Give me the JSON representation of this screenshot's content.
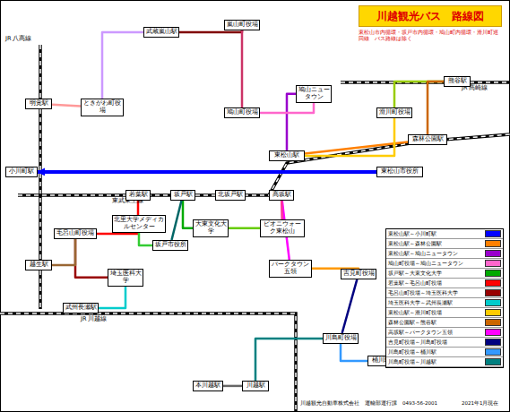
{
  "diagram": {
    "title": "川越観光バス　路線図",
    "nodes": [
      {
        "text": [
          "東松山駅"
        ]
      },
      {
        "text": [
          "森林公園駅"
        ]
      },
      {
        "text": [
          "高坂駅"
        ]
      },
      {
        "text": [
          "坂戸駅"
        ]
      },
      {
        "text": [
          "北坂戸駅"
        ]
      },
      {
        "text": [
          "若葉駅"
        ]
      },
      {
        "text": [
          "鳩山ニュータウン"
        ]
      },
      {
        "text": [
          "熊谷駅"
        ]
      },
      {
        "text": [
          "小川町駅"
        ]
      },
      {
        "text": [
          "明覚駅"
        ]
      },
      {
        "text": [
          "越生駅"
        ]
      },
      {
        "text": [
          "武州長瀬駅"
        ]
      },
      {
        "text": [
          "埼玉医科大学"
        ]
      },
      {
        "text": [
          "大東文化大学"
        ]
      },
      {
        "text": [
          "川島町役場"
        ]
      },
      {
        "text": [
          "桶川駅"
        ]
      },
      {
        "text": [
          "吉見町役場"
        ]
      },
      {
        "text": [
          "滑川町役場"
        ]
      },
      {
        "text": [
          "嵐山町役場"
        ]
      },
      {
        "text": [
          "武蔵嵐山駅"
        ]
      },
      {
        "text": [
          "ときがわ町役場"
        ]
      },
      {
        "text": [
          "鳩山町役場"
        ]
      },
      {
        "text": [
          "毛呂山町役場"
        ]
      },
      {
        "text": [
          "坂戸市役所"
        ]
      },
      {
        "text": [
          "川越駅"
        ]
      },
      {
        "text": [
          "本川越駅"
        ]
      },
      {
        "text": [
          "東松山市役所"
        ]
      },
      {
        "text": [
          "ピオニウォーク東松山"
        ]
      },
      {
        "text": [
          "パークタウン五領"
        ]
      },
      {
        "text": [
          "北里大学メディカルセンター"
        ]
      }
    ],
    "edges": [
      {
        "from": 26,
        "to": 8,
        "arrow": "to"
      },
      {
        "from": 0,
        "to": 1,
        "arrow": "none"
      },
      {
        "from": 0,
        "to": 6,
        "arrow": "none"
      },
      {
        "from": 21,
        "to": 6,
        "arrow": "none"
      },
      {
        "from": 3,
        "to": 13,
        "arrow": "none"
      },
      {
        "from": 5,
        "to": 22,
        "arrow": "none"
      },
      {
        "from": 22,
        "to": 12,
        "arrow": "none"
      },
      {
        "from": 12,
        "to": 11,
        "arrow": "none"
      },
      {
        "from": 10,
        "to": 22,
        "arrow": "none"
      },
      {
        "from": 0,
        "to": 17,
        "arrow": "none"
      },
      {
        "from": 17,
        "to": 7,
        "arrow": "none"
      },
      {
        "from": 1,
        "to": 7,
        "arrow": "none"
      },
      {
        "from": 2,
        "to": 28,
        "arrow": "none"
      },
      {
        "from": 28,
        "to": 16,
        "arrow": "none"
      },
      {
        "from": 16,
        "to": 14,
        "arrow": "none"
      },
      {
        "from": 14,
        "to": 15,
        "arrow": "none"
      },
      {
        "from": 14,
        "to": 24,
        "arrow": "none"
      },
      {
        "from": 24,
        "to": 25,
        "arrow": "none"
      },
      {
        "from": 9,
        "to": 20,
        "arrow": "none"
      },
      {
        "from": 20,
        "to": 19,
        "arrow": "none"
      },
      {
        "from": 19,
        "to": 18,
        "arrow": "none"
      },
      {
        "from": 18,
        "to": 21,
        "arrow": "none"
      },
      {
        "from": 23,
        "to": 29,
        "arrow": "none"
      },
      {
        "from": 3,
        "to": 23,
        "arrow": "none"
      },
      {
        "from": 2,
        "to": 27,
        "arrow": "none"
      },
      {
        "from": 27,
        "to": 13,
        "arrow": "none"
      }
    ],
    "labels": [
      "JR 八高線",
      "東武東上線",
      "JR 高崎線",
      "JR 川越線",
      "東松山市内循環・坂戸市内循環・鳩山町内循環・滑川町巡回線　バス路線は除く",
      "川越観光自動車株式会社　運輸部運行課　0493-56-2001",
      "2021年1月現在"
    ],
    "legend": [
      {
        "text": "東松山駅～小川町駅",
        "color": "#0000ff"
      },
      {
        "text": "東松山駅～森林公園駅",
        "color": "#ff8000"
      },
      {
        "text": "東松山駅～鳩山ニュータウン",
        "color": "#9900cc"
      },
      {
        "text": "鳩山町役場～鳩山ニュータウン",
        "color": "#ff66cc"
      },
      {
        "text": "坂戸駅～大東文化大学",
        "color": "#00aa00"
      },
      {
        "text": "若葉駅～毛呂山町役場",
        "color": "#ff0000"
      },
      {
        "text": "毛呂山町役場～埼玉医科大学",
        "color": "#990000"
      },
      {
        "text": "埼玉医科大学～武州長瀬駅",
        "color": "#00cccc"
      },
      {
        "text": "東松山駅～滑川町役場",
        "color": "#ffcc00"
      },
      {
        "text": "森林公園駅～熊谷駅",
        "color": "#cc6600"
      },
      {
        "text": "高坂駅～パークタウン五領",
        "color": "#ff00ff"
      },
      {
        "text": "吉見町役場～川島町役場",
        "color": "#000080"
      },
      {
        "text": "川島町役場～桶川駅",
        "color": "#3399ff"
      },
      {
        "text": "川島町役場～川越駅",
        "color": "#008080"
      }
    ]
  }
}
